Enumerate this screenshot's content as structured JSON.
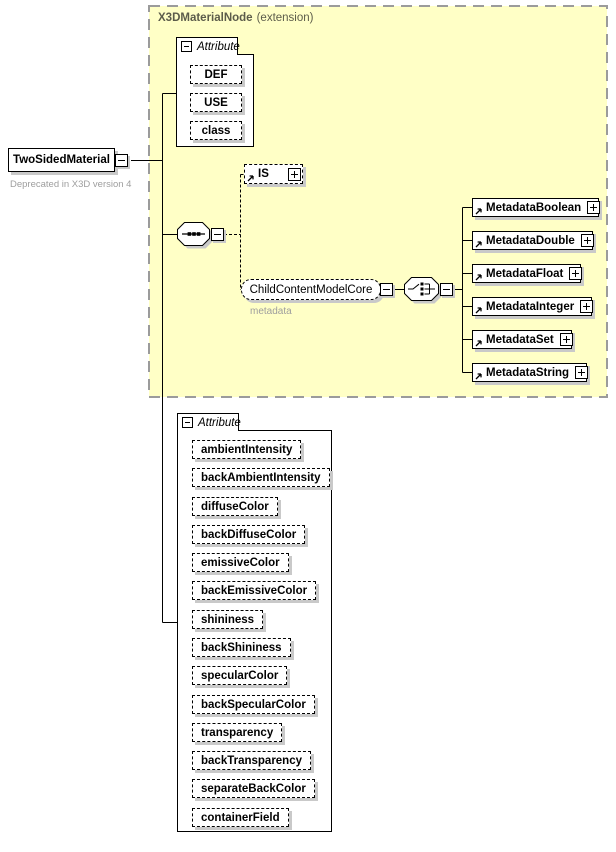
{
  "diagram": {
    "extension_box": {
      "title": "X3DMaterialNode",
      "subtitle": "(extension)"
    },
    "root": {
      "name": "TwoSidedMaterial",
      "deprecation": "Deprecated in X3D version 4"
    },
    "base_attributes": {
      "header": "Attribute",
      "items": [
        "DEF",
        "USE",
        "class"
      ]
    },
    "is_element": {
      "name": "IS"
    },
    "child_content": {
      "name": "ChildContentModelCore",
      "annotation": "metadata"
    },
    "metadata_choices": [
      "MetadataBoolean",
      "MetadataDouble",
      "MetadataFloat",
      "MetadataInteger",
      "MetadataSet",
      "MetadataString"
    ],
    "own_attributes": {
      "header": "Attribute",
      "items": [
        "ambientIntensity",
        "backAmbientIntensity",
        "diffuseColor",
        "backDiffuseColor",
        "emissiveColor",
        "backEmissiveColor",
        "shininess",
        "backShininess",
        "specularColor",
        "backSpecularColor",
        "transparency",
        "backTransparency",
        "separateBackColor",
        "containerField"
      ]
    },
    "colors": {
      "extension_fill": "#ffffc6",
      "extension_border": "#9b9b9b",
      "shadow": "#c9c9c9",
      "line": "#000000",
      "muted_text": "#9e9e9e"
    }
  }
}
